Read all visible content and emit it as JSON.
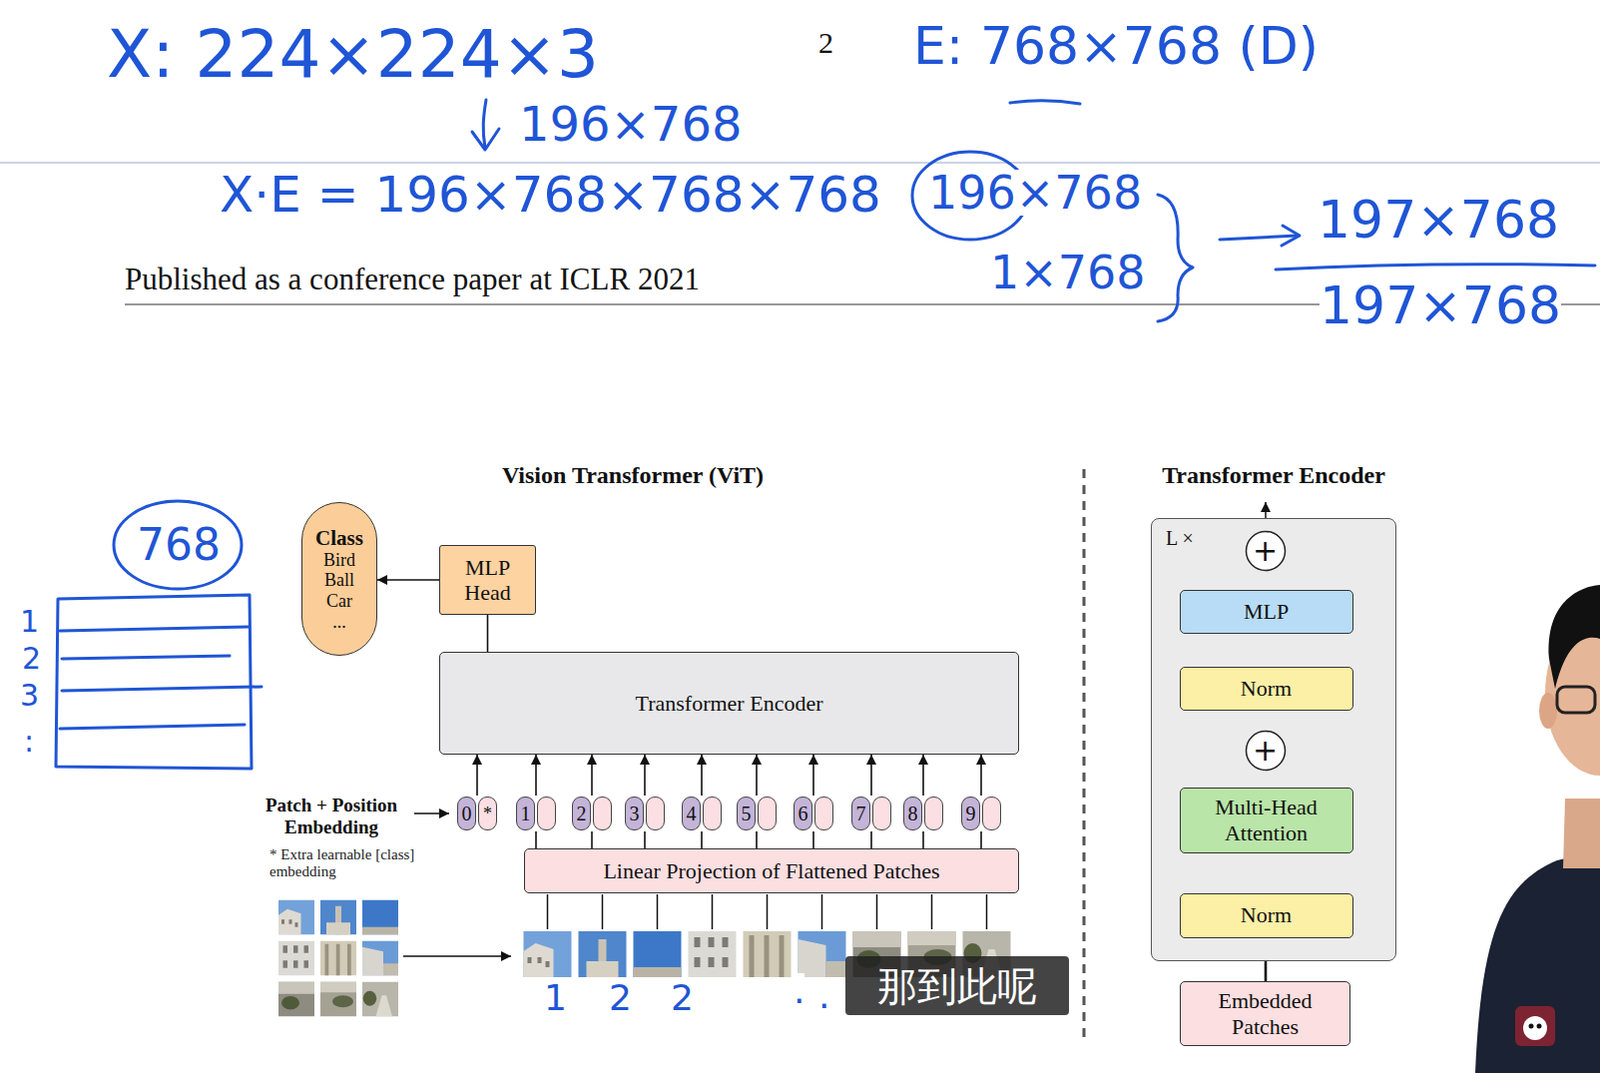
{
  "diagram": {
    "title": "Vision Transformer (ViT)",
    "nodes": [
      {
        "text": [
          "Class",
          "Bird Ball Car ..."
        ]
      },
      {
        "text": [
          "MLP Head"
        ]
      },
      {
        "text": [
          "Transformer Encoder"
        ]
      },
      {
        "text": [
          "0",
          "*"
        ]
      },
      {
        "text": [
          "1"
        ]
      },
      {
        "text": [
          "2"
        ]
      },
      {
        "text": [
          "3"
        ]
      },
      {
        "text": [
          "4"
        ]
      },
      {
        "text": [
          "5"
        ]
      },
      {
        "text": [
          "6"
        ]
      },
      {
        "text": [
          "7"
        ]
      },
      {
        "text": [
          "8"
        ]
      },
      {
        "text": [
          "9"
        ]
      },
      {
        "text": [
          "Linear Projection of Flattened Patches"
        ]
      },
      {
        "text": [
          "Transformer Encoder",
          "L ×"
        ]
      },
      {
        "text": [
          "+"
        ],
        "in": 14
      },
      {
        "text": [
          "MLP"
        ],
        "in": 14
      },
      {
        "text": [
          "Norm"
        ],
        "in": 14
      },
      {
        "text": [
          "+"
        ],
        "in": 14
      },
      {
        "text": [
          "Multi-Head Attention"
        ],
        "in": 14
      },
      {
        "text": [
          "Norm"
        ],
        "in": 14
      },
      {
        "text": [
          "Embedded Patches"
        ]
      },
      {
        "text": [
          "那到此呢"
        ]
      }
    ],
    "edges": [
      {
        "from": 1,
        "to": 0,
        "arrow": "to"
      },
      {
        "from": 2,
        "to": 1,
        "arrow": "none"
      },
      {
        "from": 3,
        "to": 2,
        "arrow": "to"
      },
      {
        "from": 4,
        "to": 2,
        "arrow": "to"
      },
      {
        "from": 5,
        "to": 2,
        "arrow": "to"
      },
      {
        "from": 6,
        "to": 2,
        "arrow": "to"
      },
      {
        "from": 7,
        "to": 2,
        "arrow": "to"
      },
      {
        "from": 8,
        "to": 2,
        "arrow": "to"
      },
      {
        "from": 9,
        "to": 2,
        "arrow": "to"
      },
      {
        "from": 10,
        "to": 2,
        "arrow": "to"
      },
      {
        "from": 11,
        "to": 2,
        "arrow": "to"
      },
      {
        "from": 12,
        "to": 2,
        "arrow": "to"
      },
      {
        "from": 13,
        "to": 4,
        "arrow": "none"
      },
      {
        "from": 13,
        "to": 5,
        "arrow": "none"
      },
      {
        "from": 13,
        "to": 6,
        "arrow": "none"
      },
      {
        "from": 13,
        "to": 7,
        "arrow": "none"
      },
      {
        "from": 13,
        "to": 8,
        "arrow": "none"
      },
      {
        "from": 13,
        "to": 9,
        "arrow": "none"
      },
      {
        "from": 13,
        "to": 10,
        "arrow": "none"
      },
      {
        "from": 13,
        "to": 11,
        "arrow": "none"
      },
      {
        "from": 13,
        "to": 12,
        "arrow": "none"
      },
      {
        "from": 21,
        "to": 20,
        "arrow": "to"
      },
      {
        "from": 20,
        "to": 19,
        "arrow": "to"
      },
      {
        "from": 19,
        "to": 18,
        "arrow": "to"
      },
      {
        "from": 18,
        "to": 17,
        "arrow": "to"
      },
      {
        "from": 17,
        "to": 16,
        "arrow": "to"
      },
      {
        "from": 16,
        "to": 15,
        "arrow": "to"
      },
      {
        "from": 21,
        "to": 18,
        "arrow": "to"
      },
      {
        "from": 18,
        "to": 15,
        "arrow": "to"
      }
    ],
    "labels": [
      "X: 224×224×3",
      "2",
      "E: 768×768 (D)",
      "196×768",
      "X·E = 196×768×768×768",
      "196×768",
      "1×768",
      "197×768",
      "197×768",
      "Published as a conference paper at ICLR 2021",
      "768",
      "1",
      "2",
      "3",
      ":",
      "Patch + Position Embedding",
      "* Extra learnable [class] embedding",
      "1",
      "2",
      "2",
      ".",
      "."
    ]
  }
}
